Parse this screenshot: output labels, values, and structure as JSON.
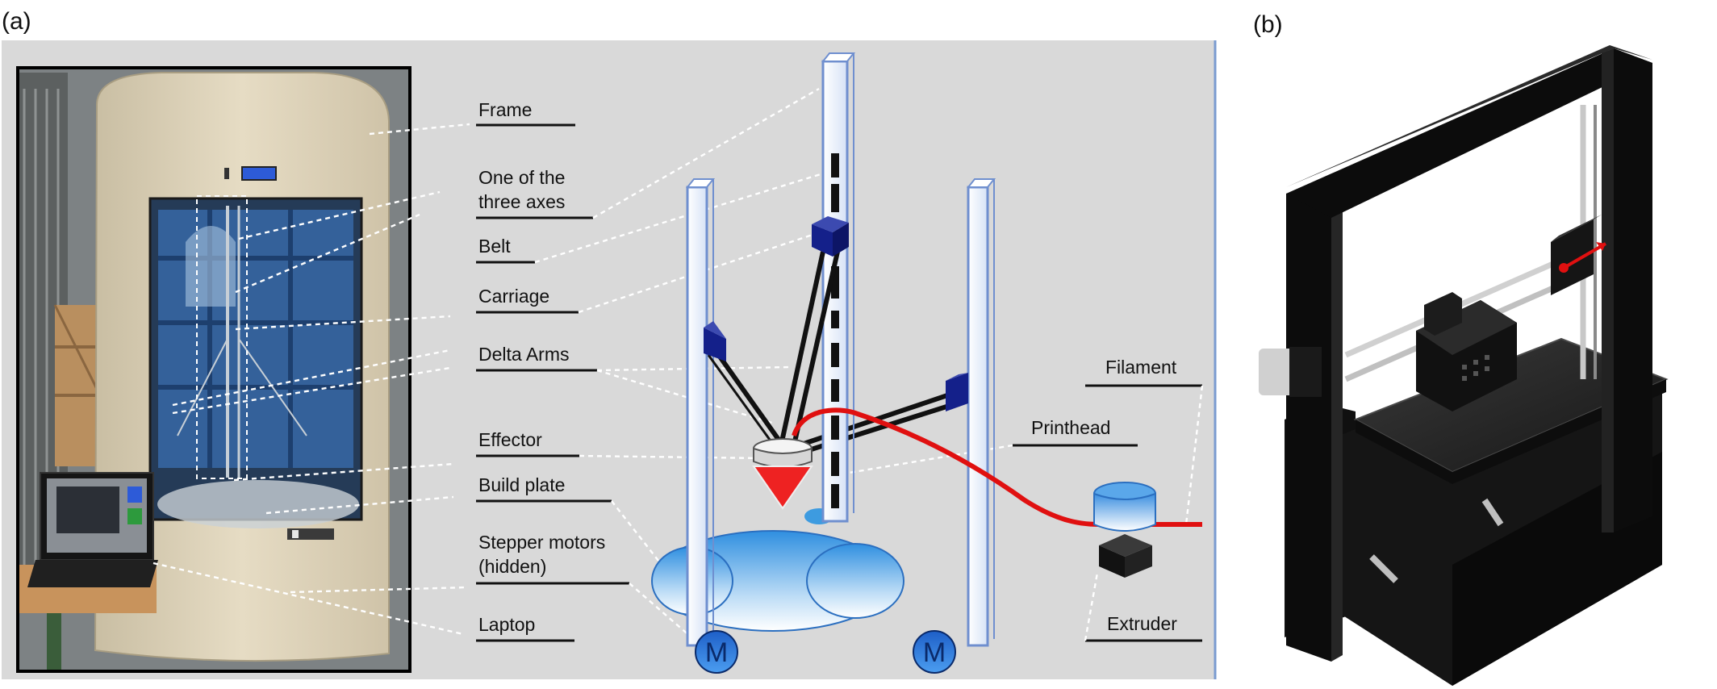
{
  "panel_a": {
    "tag": "(a)",
    "labels": {
      "frame": "Frame",
      "axis_line1": "One of the",
      "axis_line2": "three axes",
      "belt": "Belt",
      "carriage": "Carriage",
      "delta_arms": "Delta Arms",
      "effector": "Effector",
      "build_plate": "Build plate",
      "stepper_line1": "Stepper motors",
      "stepper_line2": "(hidden)",
      "laptop": "Laptop",
      "filament": "Filament",
      "printhead": "Printhead",
      "extruder": "Extruder"
    },
    "motor_letter": "M"
  },
  "panel_b": {
    "tag": "(b)"
  },
  "colors": {
    "panel_bg": "#d9d9d9",
    "rail_fill": "#e8eef8",
    "rail_stroke": "#6f8fcf",
    "carriage": "#14208a",
    "filament": "#e01010",
    "plate_blue": "#3d9be0",
    "motor": "#2a73d8",
    "frame_black": "#0c0c0c"
  }
}
